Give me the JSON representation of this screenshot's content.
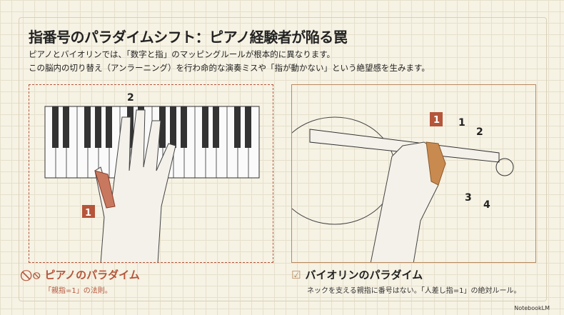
{
  "title": "指番号のパラダイムシフト：ピアノ経験者が陥る罠",
  "subtitle_lines": [
    "ピアノとバイオリンでは、「数字と指」のマッピングルールが根本的に異なります。",
    "この脳内の切り替え（アンラーニング）を行わ命的な演奏ミスや「指が動かない」という絶望感を生みます。"
  ],
  "piano": {
    "finger_label_top": "2",
    "finger_label_thumb": "1",
    "heading": "ピアノのパラダイム",
    "note": "「親指=1」の法則。",
    "icon": "prohibited-icon",
    "color": "#b5553a"
  },
  "violin": {
    "labels": [
      "1",
      "2",
      "3",
      "4"
    ],
    "heading": "バイオリンのパラダイム",
    "note": "ネックを支える親指に番号はない。「人差し指=1」の絶対ルール。",
    "icon": "checkbox-checked-icon",
    "color": "#b78a5e"
  },
  "brand": "NotebookLM"
}
